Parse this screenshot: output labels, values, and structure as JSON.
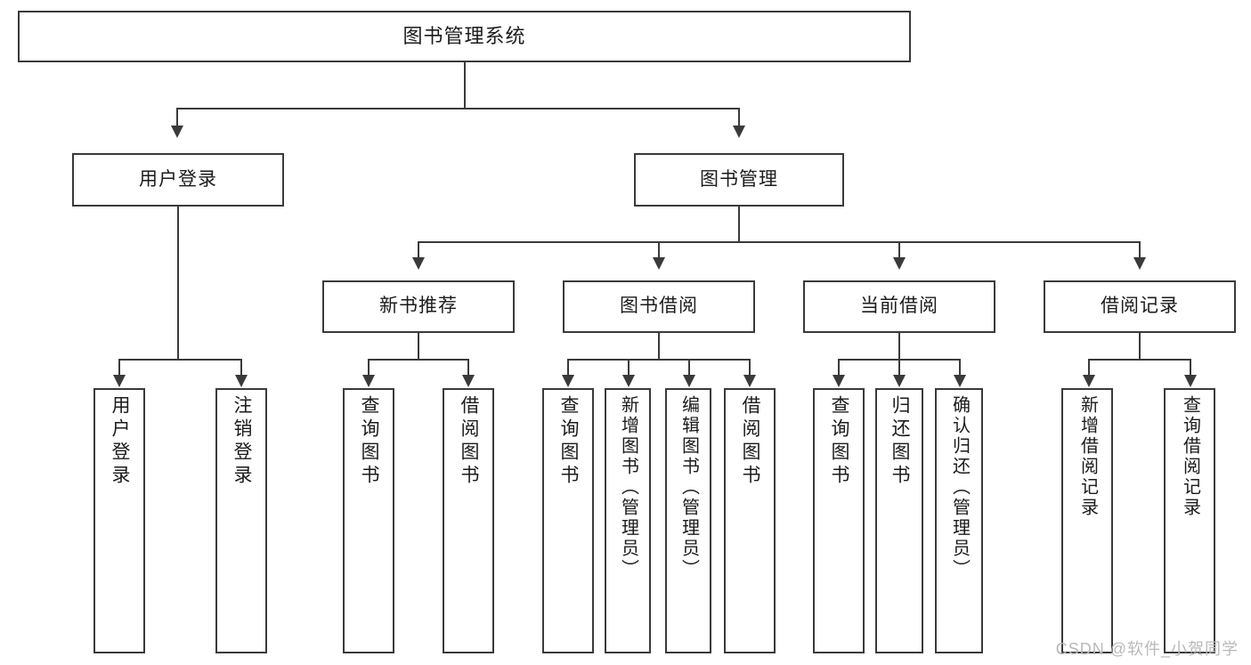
{
  "diagram": {
    "title": "图书管理系统",
    "type": "hierarchy-tree",
    "watermark": "CSDN @软件_小贺同学",
    "colors": {
      "stroke": "#3a3a3a",
      "fill": "#ffffff",
      "text": "#1b1b1b",
      "watermark": "#b9b9b9"
    },
    "levels": {
      "root": {
        "label": "图书管理系统"
      },
      "level2": [
        {
          "label": "用户登录"
        },
        {
          "label": "图书管理"
        }
      ],
      "level3": [
        {
          "label": "新书推荐"
        },
        {
          "label": "图书借阅"
        },
        {
          "label": "当前借阅"
        },
        {
          "label": "借阅记录"
        }
      ],
      "leaves": {
        "user_login": [
          {
            "label": "用户登录"
          },
          {
            "label": "注销登录"
          }
        ],
        "new_book_recommend": [
          {
            "label": "查询图书"
          },
          {
            "label": "借阅图书"
          }
        ],
        "book_borrow": [
          {
            "label": "查询图书"
          },
          {
            "label": "新增图书（管理员）"
          },
          {
            "label": "编辑图书（管理员）"
          },
          {
            "label": "借阅图书"
          }
        ],
        "current_borrow": [
          {
            "label": "查询图书"
          },
          {
            "label": "归还图书"
          },
          {
            "label": "确认归还（管理员）"
          }
        ],
        "borrow_record": [
          {
            "label": "新增借阅记录"
          },
          {
            "label": "查询借阅记录"
          }
        ]
      }
    }
  }
}
